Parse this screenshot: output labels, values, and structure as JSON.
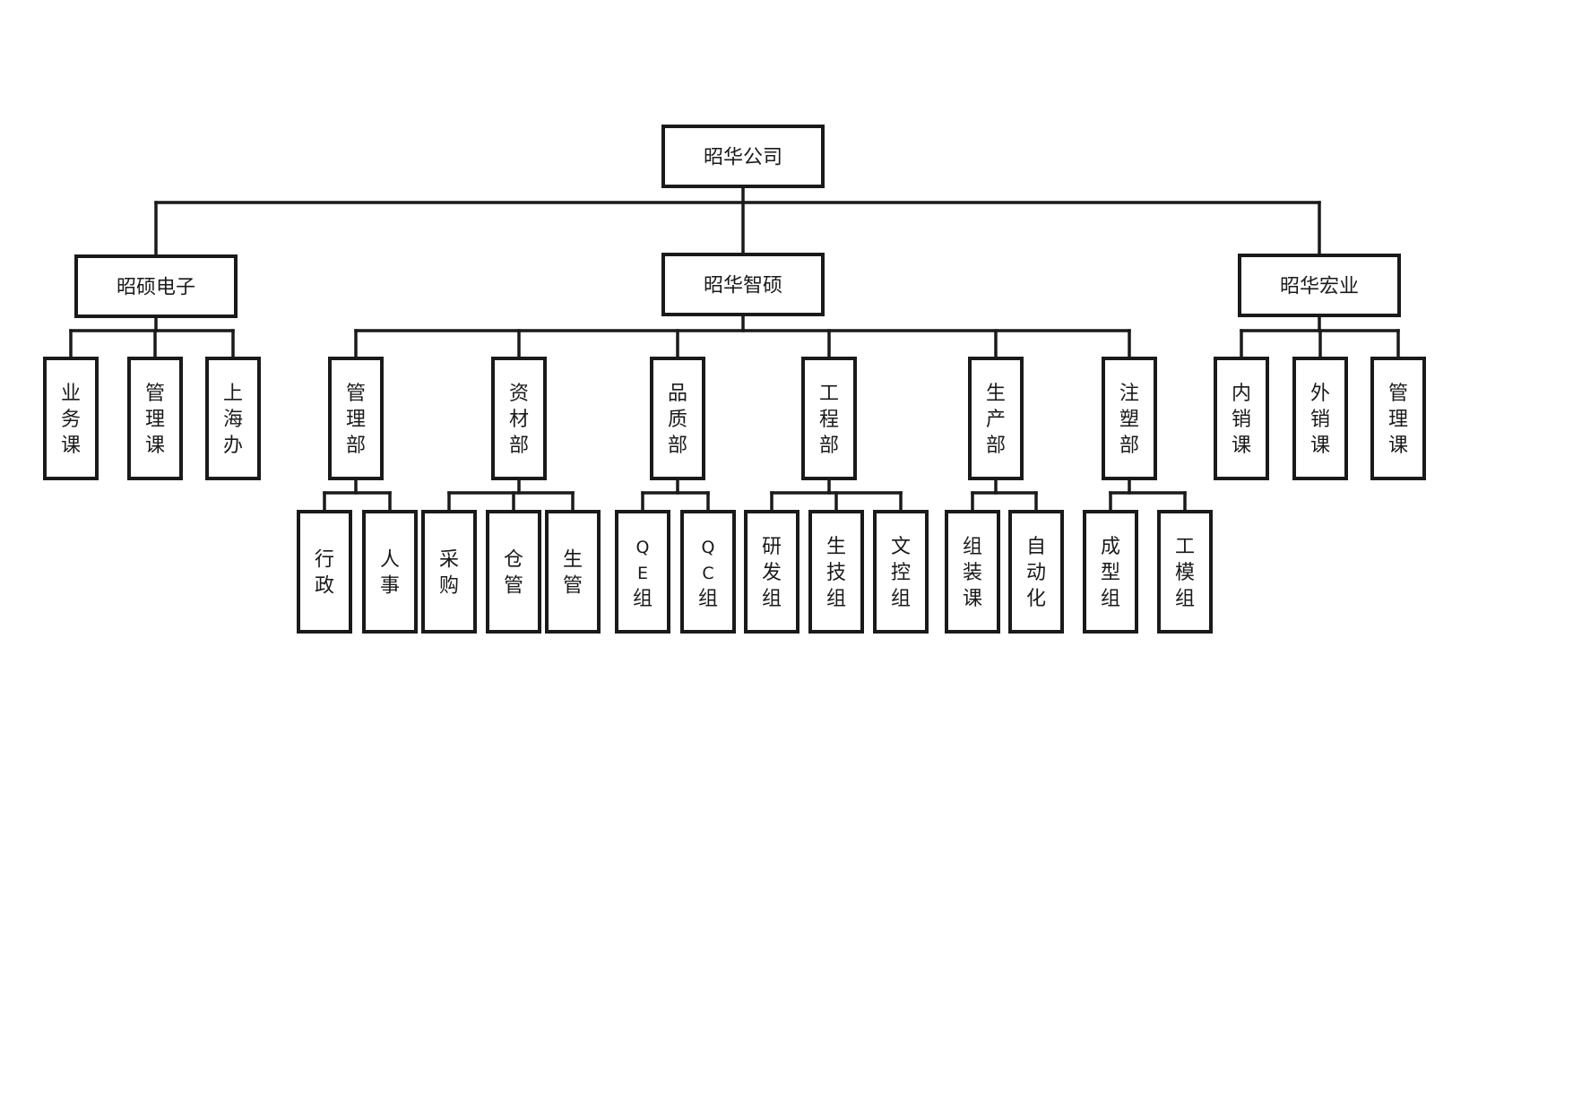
{
  "org_chart": {
    "root": "昭华公司",
    "companies": [
      {
        "name": "昭硕电子",
        "units": [
          {
            "name": "业务课",
            "children": []
          },
          {
            "name": "管理课",
            "children": []
          },
          {
            "name": "上海办",
            "children": []
          }
        ]
      },
      {
        "name": "昭华智硕",
        "units": [
          {
            "name": "管理部",
            "children": [
              "行政",
              "人事"
            ]
          },
          {
            "name": "资材部",
            "children": [
              "采购",
              "仓管",
              "生管"
            ]
          },
          {
            "name": "品质部",
            "children": [
              "QE组",
              "QC组"
            ]
          },
          {
            "name": "工程部",
            "children": [
              "研发组",
              "生技组",
              "文控组"
            ]
          },
          {
            "name": "生产部",
            "children": [
              "组装课",
              "自动化"
            ]
          },
          {
            "name": "注塑部",
            "children": [
              "成型组",
              "工模组"
            ]
          }
        ]
      },
      {
        "name": "昭华宏业",
        "units": [
          {
            "name": "内销课",
            "children": []
          },
          {
            "name": "外销课",
            "children": []
          },
          {
            "name": "管理课",
            "children": []
          }
        ]
      }
    ]
  }
}
